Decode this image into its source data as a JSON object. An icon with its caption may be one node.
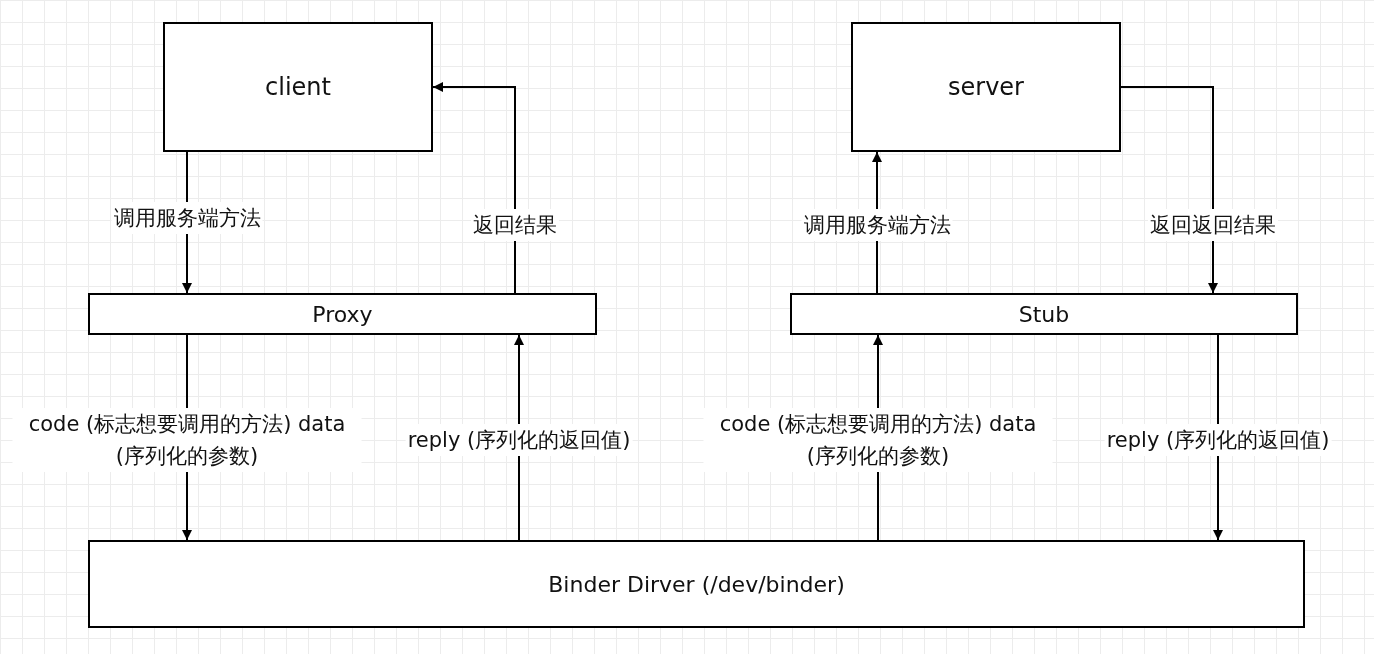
{
  "diagram": {
    "nodes": [
      {
        "text": [
          "client"
        ]
      },
      {
        "text": [
          "server"
        ]
      },
      {
        "text": [
          "Proxy"
        ]
      },
      {
        "text": [
          "Stub"
        ]
      },
      {
        "text": [
          "Binder Dirver (/dev/binder)"
        ]
      }
    ],
    "edges": [
      {
        "from": 0,
        "to": 2,
        "arrow": "to",
        "label": "调用服务端方法"
      },
      {
        "from": 2,
        "to": 0,
        "arrow": "to",
        "label": "返回结果"
      },
      {
        "from": 3,
        "to": 1,
        "arrow": "to",
        "label": "调用服务端方法"
      },
      {
        "from": 1,
        "to": 3,
        "arrow": "to",
        "label": "返回返回结果"
      },
      {
        "from": 2,
        "to": 4,
        "arrow": "to",
        "label": "code (标志想要调用的方法) data (序列化的参数)"
      },
      {
        "from": 4,
        "to": 2,
        "arrow": "to",
        "label": "reply (序列化的返回值)"
      },
      {
        "from": 4,
        "to": 3,
        "arrow": "to",
        "label": "code (标志想要调用的方法) data (序列化的参数)"
      },
      {
        "from": 3,
        "to": 4,
        "arrow": "to",
        "label": "reply (序列化的返回值)"
      }
    ]
  }
}
